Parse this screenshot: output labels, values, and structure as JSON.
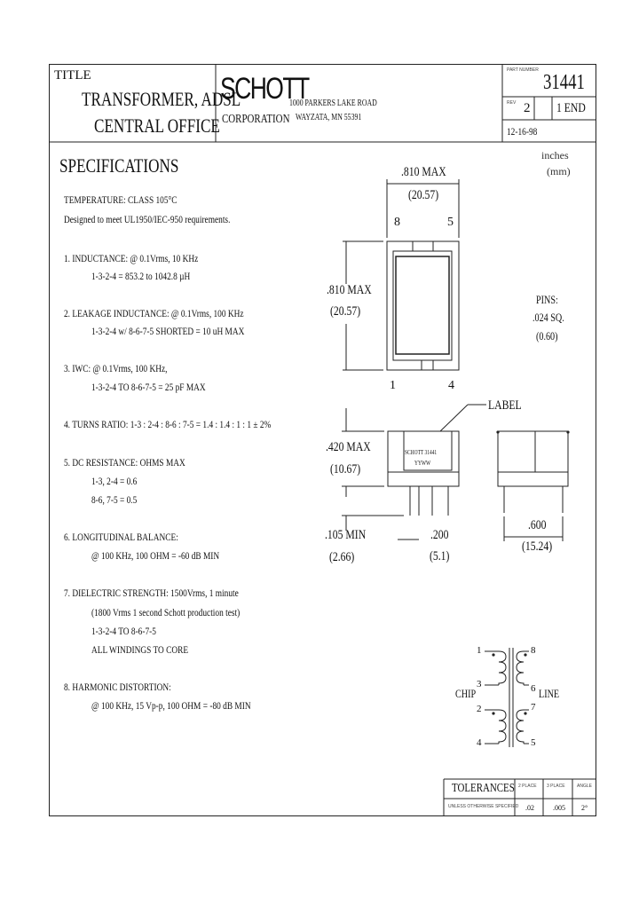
{
  "title_block": {
    "title_label": "TITLE",
    "title_line1": "TRANSFORMER, ADSL",
    "title_line2": "CENTRAL OFFICE",
    "company_logo": "SCHOTT",
    "company_sub": "CORPORATION",
    "address_line1": "1000 PARKERS LAKE ROAD",
    "address_line2": "WAYZATA, MN 55391",
    "part_number_label": "PART NUMBER",
    "part_number": "31441",
    "rev_label": "REV",
    "rev_value": "2",
    "sheet_value": "1 END",
    "date": "12-16-98"
  },
  "units": {
    "line1": "inches",
    "line2": "(mm)"
  },
  "specs": {
    "heading": "SPECIFICATIONS",
    "temp_line1": "TEMPERATURE: CLASS 105°C",
    "temp_line2": "Designed to meet UL1950/IEC-950 requirements.",
    "s1_title": "1. INDUCTANCE: @ 0.1Vrms, 10 KHz",
    "s1_line1": "1-3-2-4 = 853.2 to 1042.8 µH",
    "s2_title": "2. LEAKAGE INDUCTANCE: @ 0.1Vrms, 100 KHz",
    "s2_line1": "1-3-2-4 w/ 8-6-7-5 SHORTED = 10 uH MAX",
    "s3_title": "3. IWC: @ 0.1Vrms, 100 KHz,",
    "s3_line1": "1-3-2-4 TO 8-6-7-5 = 25 pF MAX",
    "s4_title": "4. TURNS RATIO: 1-3 : 2-4 : 8-6 : 7-5 = 1.4 : 1.4 : 1 : 1 ± 2%",
    "s5_title": "5. DC RESISTANCE: OHMS MAX",
    "s5_line1": "1-3, 2-4 = 0.6",
    "s5_line2": "8-6, 7-5 = 0.5",
    "s6_title": "6. LONGITUDINAL BALANCE:",
    "s6_line1": "@ 100 KHz, 100 OHM = -60 dB MIN",
    "s7_title": "7. DIELECTRIC STRENGTH: 1500Vrms, 1 minute",
    "s7_line1": "(1800 Vrms 1 second Schott production test)",
    "s7_line2": "1-3-2-4 TO 8-6-7-5",
    "s7_line3": "ALL WINDINGS TO CORE",
    "s8_title": "8. HARMONIC DISTORTION:",
    "s8_line1": "@ 100 KHz, 15 Vp-p, 100 OHM = -80 dB MIN"
  },
  "drawing": {
    "top_width": ".810 MAX",
    "top_width_mm": "(20.57)",
    "top_height": ".810 MAX",
    "top_height_mm": "(20.57)",
    "pin8": "8",
    "pin5": "5",
    "pin1": "1",
    "pin4": "4",
    "pins_label": "PINS:",
    "pins_size": ".024 SQ.",
    "pins_size_mm": "(0.60)",
    "label_callout": "LABEL",
    "label_text1": "SCHOTT 31441",
    "label_text2": "YYWW",
    "side_height": ".420 MAX",
    "side_height_mm": "(10.67)",
    "standoff": ".105 MIN",
    "standoff_mm": "(2.66)",
    "pitch": ".200",
    "pitch_mm": "(5.1)",
    "row_spacing": ".600",
    "row_spacing_mm": "(15.24)"
  },
  "schematic": {
    "chip_label": "CHIP",
    "line_label": "LINE",
    "p1": "1",
    "p3": "3",
    "p2": "2",
    "p4": "4",
    "p8": "8",
    "p6": "6",
    "p7": "7",
    "p5": "5"
  },
  "tolerances": {
    "title": "TOLERANCES",
    "subtitle": "UNLESS OTHERWISE SPECIFIED",
    "col1_head": "2 PLACE",
    "col2_head": "3 PLACE",
    "col3_head": "ANGLE",
    "col1_val": ".02",
    "col2_val": ".005",
    "col3_val": "2°"
  }
}
